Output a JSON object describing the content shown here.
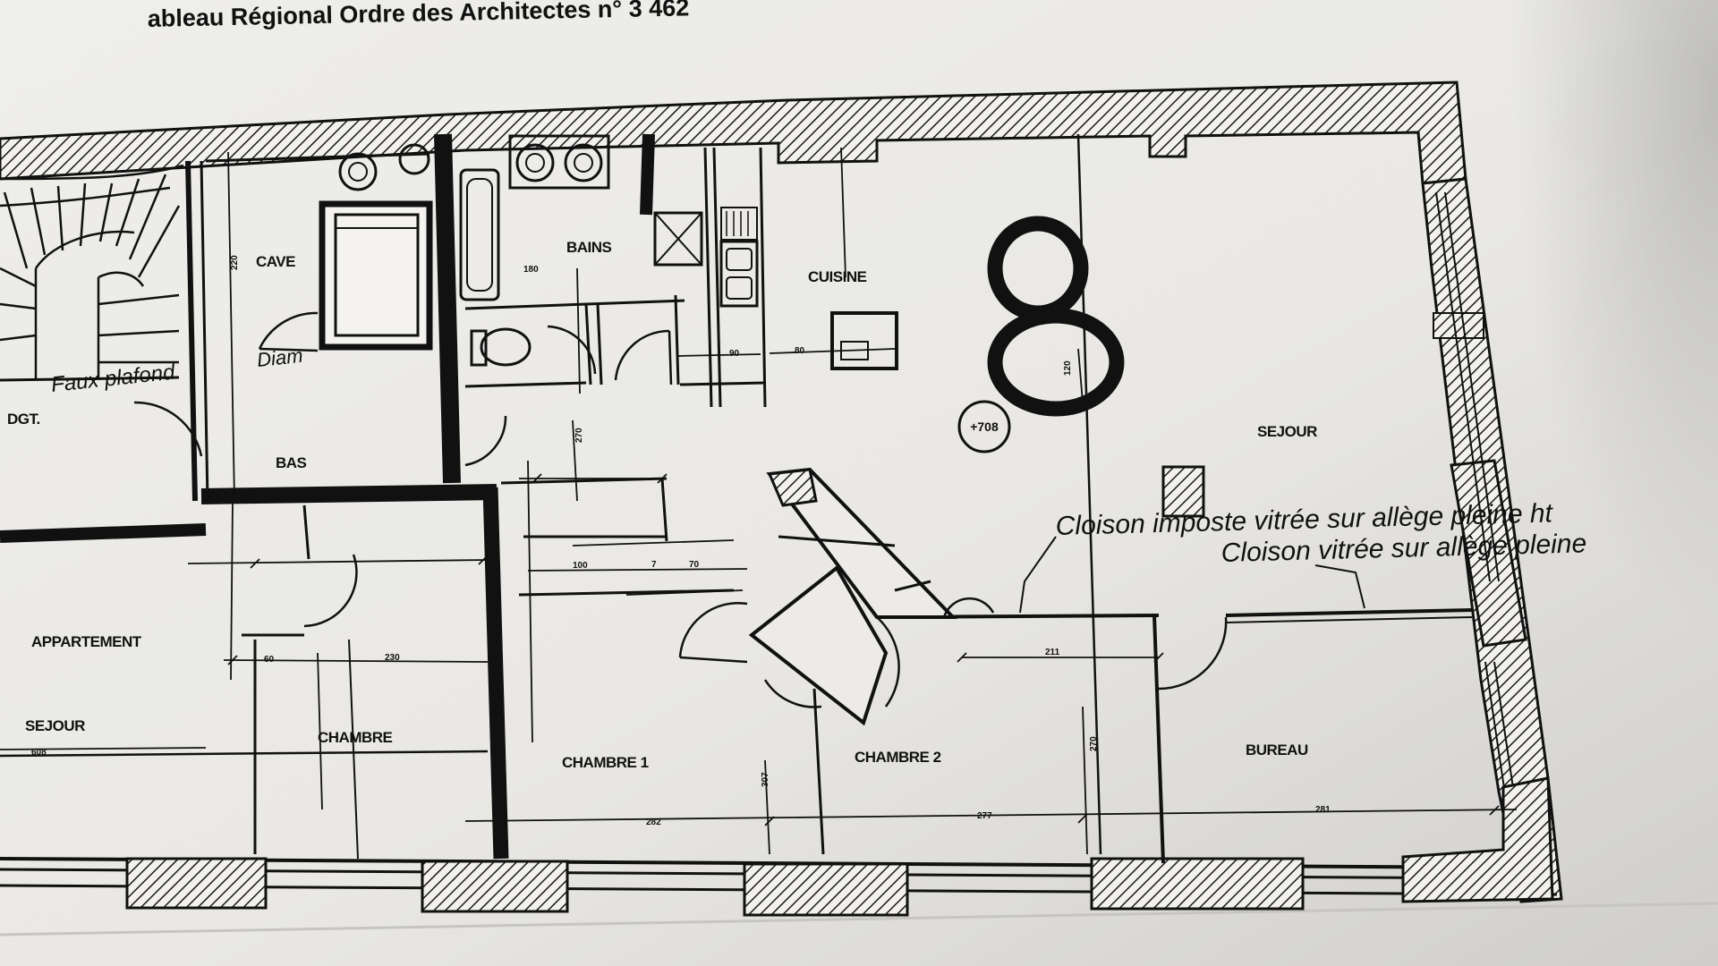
{
  "header": {
    "title": "ableau Régional Ordre des Architectes n° 3 462"
  },
  "plan": {
    "unit_number": "8",
    "level_mark": "+708",
    "rooms": {
      "cave": "CAVE",
      "bains": "BAINS",
      "cuisine": "CUISINE",
      "sejour": "SEJOUR",
      "appartement": "APPARTEMENT",
      "sejour_neighbor": "SEJOUR",
      "chambre_neighbor": "CHAMBRE",
      "chambre1": "CHAMBRE 1",
      "chambre2": "CHAMBRE 2",
      "bureau": "BUREAU",
      "bas": "BAS",
      "dgt": "DGT."
    },
    "annotations": {
      "faux_plafond": "Faux plafond",
      "diam": "Diam",
      "cloison_imposte": "Cloison imposte vitrée sur allège pleine ht",
      "cloison_vitree": "Cloison vitrée sur allège pleine"
    },
    "dimensions": {
      "d211": "211",
      "d270": "270",
      "d277": "277",
      "d281": "281",
      "d282": "282",
      "d307": "307",
      "d100": "100",
      "d120": "120",
      "d60": "60",
      "d70": "70",
      "d80": "80",
      "d180": "180",
      "d270b": "270",
      "d220": "220",
      "d608": "608",
      "d230": "230",
      "d90": "90",
      "d7": "7"
    }
  }
}
